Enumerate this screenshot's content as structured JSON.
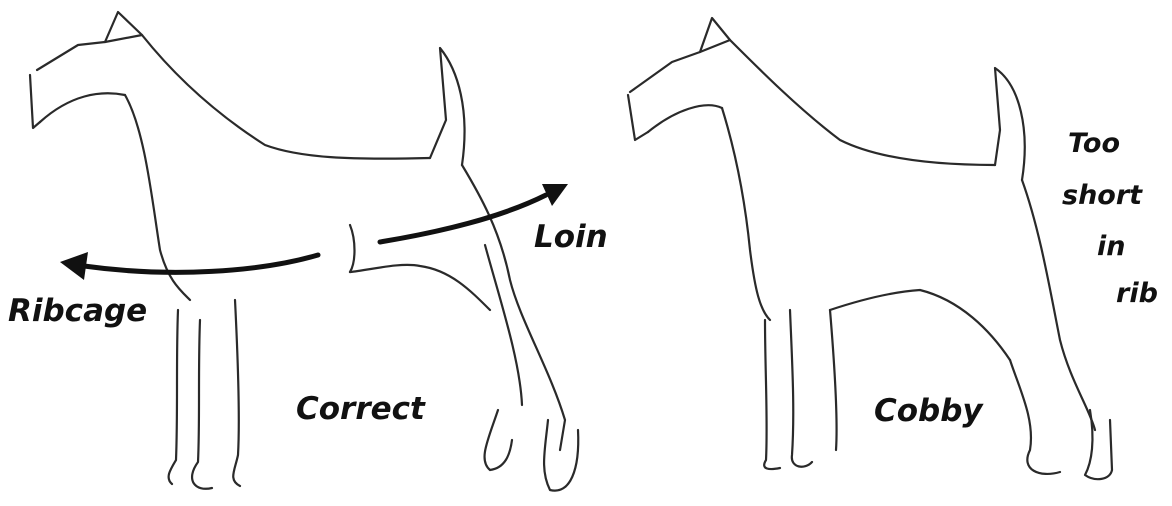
{
  "panels": [
    {
      "caption": "Correct",
      "annotations": {
        "ribcage": "Ribcage",
        "loin": "Loin"
      }
    },
    {
      "caption": "Cobby",
      "note_lines": [
        "Too",
        "short",
        "in",
        "rib"
      ]
    }
  ],
  "colors": {
    "line": "#2a2a2a",
    "text": "#111111",
    "background": "#ffffff"
  }
}
